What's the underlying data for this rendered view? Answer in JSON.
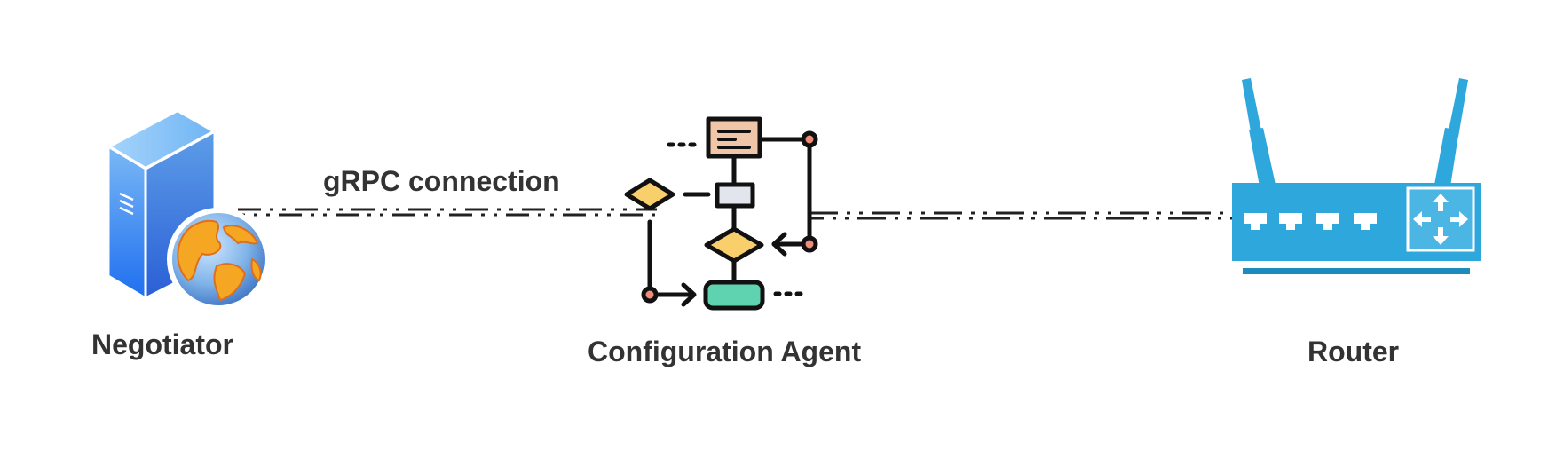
{
  "diagram": {
    "nodes": [
      {
        "id": "negotiator",
        "label": "Negotiator",
        "icon": "server-globe-icon"
      },
      {
        "id": "configuration-agent",
        "label": "Configuration Agent",
        "icon": "flowchart-icon"
      },
      {
        "id": "router",
        "label": "Router",
        "icon": "router-icon"
      }
    ],
    "edges": [
      {
        "from": "negotiator",
        "to": "configuration-agent",
        "label": "gRPC connection",
        "style": "dash-dot"
      },
      {
        "from": "configuration-agent",
        "to": "router",
        "label": "",
        "style": "dash-dot"
      }
    ]
  },
  "colors": {
    "label_text": "#333333",
    "connector": "#222222",
    "server_blue": "#3d8ef0",
    "globe_orange": "#f5a623",
    "router_blue": "#2ea7dc",
    "flow_yellow": "#f9cf6b",
    "flow_peach": "#f1c6a8",
    "flow_teal": "#5fd2b0",
    "flow_gray": "#e2e6ec"
  }
}
